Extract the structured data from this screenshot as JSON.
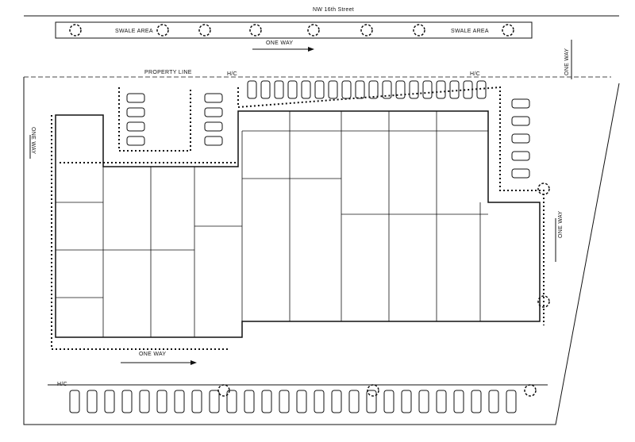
{
  "labels": {
    "street": "NW 16th Street",
    "swale_left": "SWALE AREA",
    "swale_right": "SWALE AREA",
    "one_way_top": "ONE WAY",
    "property_line": "PROPERTY LINE",
    "hc_top_left": "H/C",
    "hc_top_right": "H/C",
    "hc_bottom": "H/C",
    "one_way_left": "ONE WAY",
    "one_way_bottom": "ONE WAY",
    "one_way_right": "ONE WAY",
    "one_way_far_right": "ONE WAY"
  },
  "colors": {
    "line": "#111111",
    "paper": "#ffffff"
  }
}
